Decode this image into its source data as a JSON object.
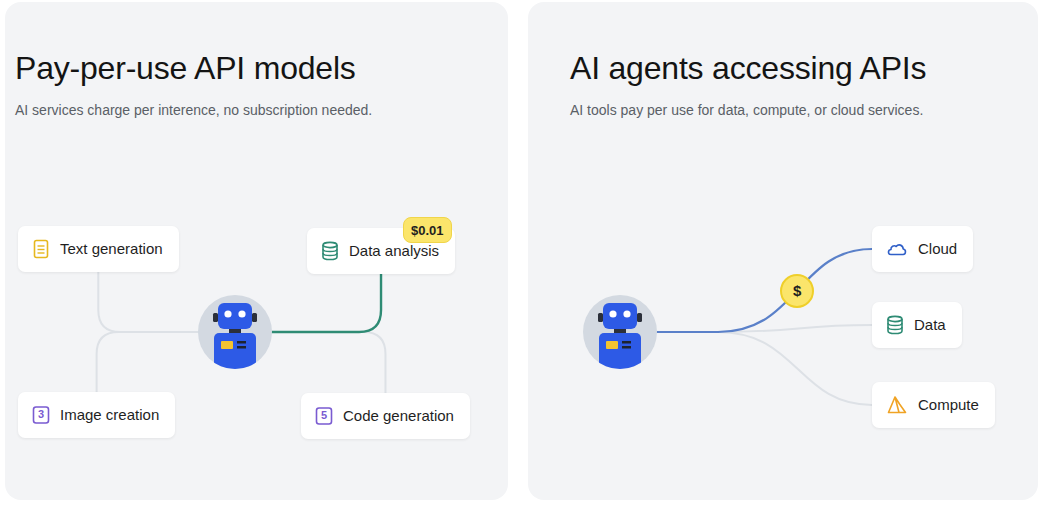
{
  "diagram": {
    "nodes": [
      {
        "text": [
          "Pay-per-use API models",
          "AI services charge per interence, no subscription needed."
        ]
      },
      {
        "text": [
          "Text generation"
        ],
        "in": 0
      },
      {
        "text": [
          "$0.01"
        ],
        "in": 0
      },
      {
        "text": [
          "Data analysis"
        ],
        "in": 0
      },
      {
        "text": [
          "Image creation"
        ],
        "in": 0
      },
      {
        "text": [
          "Code generation"
        ],
        "in": 0
      },
      {
        "text": [
          "AI agents accessing APIs",
          "AI tools pay per use for data, compute, or cloud services."
        ]
      },
      {
        "text": [
          "$"
        ],
        "in": 6
      },
      {
        "text": [
          "Cloud"
        ],
        "in": 6
      },
      {
        "text": [
          "Data"
        ],
        "in": 6
      },
      {
        "text": [
          "Compute"
        ],
        "in": 6
      }
    ],
    "labels": [
      "3",
      "5"
    ]
  }
}
